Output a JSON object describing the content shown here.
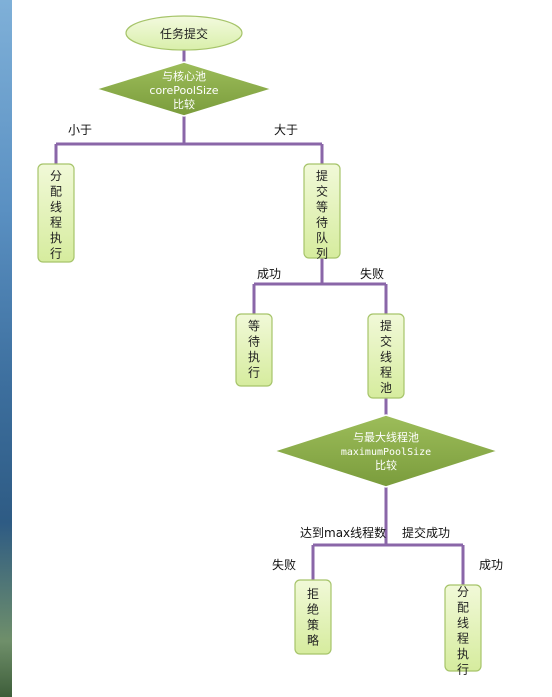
{
  "nodes": {
    "start": {
      "text": "任务提交"
    },
    "decision1": {
      "lines": [
        "与核心池",
        "corePoolSize",
        "比较"
      ]
    },
    "alloc1": {
      "text": "分配线程执行"
    },
    "queue": {
      "text": "提交等待队列"
    },
    "wait": {
      "text": "等待执行"
    },
    "submit_pool": {
      "text": "提交线程池"
    },
    "decision2": {
      "lines": [
        "与最大线程池",
        "maximumPoolSize",
        "比较"
      ]
    },
    "reject": {
      "text": "拒绝策略"
    },
    "alloc2": {
      "text": "分配线程执行"
    }
  },
  "edge_labels": {
    "less": "小于",
    "greater": "大于",
    "success1": "成功",
    "fail1": "失败",
    "reach_max": "达到max线程数",
    "submit_success": "提交成功",
    "fail2": "失败",
    "success2": "成功"
  },
  "colors": {
    "connector": "#8a66a8",
    "diamond_fill": "#8aab4a",
    "box_fill": "#e6f4c2",
    "box_border": "#a6c46a",
    "ellipse_fill": "#e8f5c8"
  }
}
